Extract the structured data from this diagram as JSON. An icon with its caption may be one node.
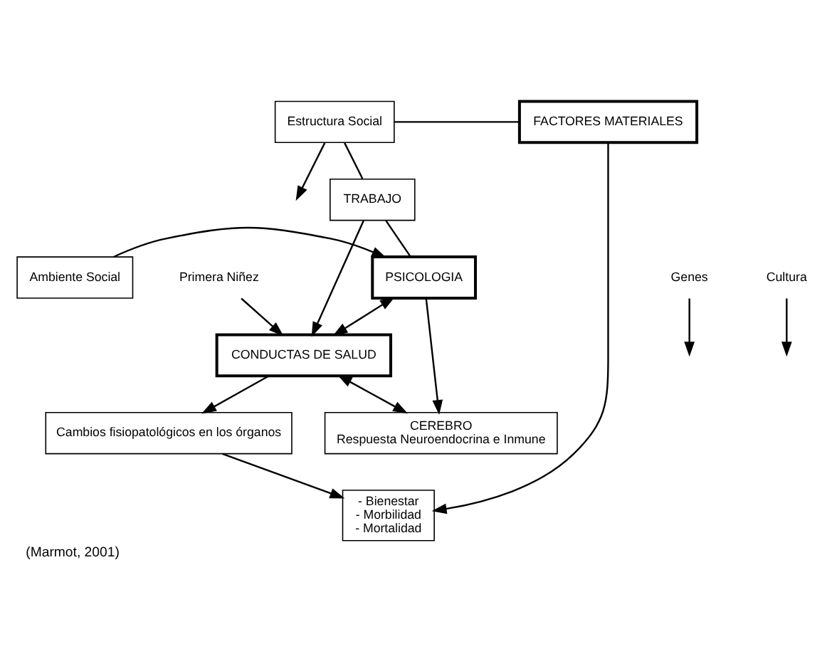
{
  "diagram": {
    "caption": "(Marmot, 2001)",
    "nodes": [
      {
        "text": [
          "Estructura Social"
        ]
      },
      {
        "text": [
          "FACTORES MATERIALES"
        ]
      },
      {
        "text": [
          "TRABAJO"
        ]
      },
      {
        "text": [
          "Ambiente Social"
        ]
      },
      {
        "text": [
          "PSICOLOGIA"
        ]
      },
      {
        "text": [
          "CEREBRO",
          "Respuesta Neuroendocrina e Inmune"
        ]
      },
      {
        "text": [
          "CONDUCTAS DE SALUD"
        ]
      },
      {
        "text": [
          "Cambios fisiopatológicos en los órganos"
        ]
      },
      {
        "text": [
          "Primera Niñez"
        ]
      },
      {
        "text": [
          "Genes"
        ]
      },
      {
        "text": [
          "Cultura"
        ]
      },
      {
        "text": [
          "- Bienestar",
          "- Morbilidad",
          "- Mortalidad"
        ]
      }
    ],
    "edges": [
      {
        "from": 0,
        "to": 1,
        "arrow": "none"
      },
      {
        "from": 0,
        "to": 2,
        "arrow": "none"
      },
      {
        "from": 0,
        "to": null,
        "arrow": "to"
      },
      {
        "from": 1,
        "to": 11,
        "arrow": "to"
      },
      {
        "from": 2,
        "to": 4,
        "arrow": "none"
      },
      {
        "from": 2,
        "to": 6,
        "arrow": "to"
      },
      {
        "from": 3,
        "to": 4,
        "arrow": "to"
      },
      {
        "from": 4,
        "to": 5,
        "arrow": "to"
      },
      {
        "from": 4,
        "to": 6,
        "arrow": "both"
      },
      {
        "from": 6,
        "to": 5,
        "arrow": "both"
      },
      {
        "from": 6,
        "to": 7,
        "arrow": "to"
      },
      {
        "from": 8,
        "to": 6,
        "arrow": "to"
      },
      {
        "from": 9,
        "to": null,
        "arrow": "to"
      },
      {
        "from": 10,
        "to": null,
        "arrow": "to"
      },
      {
        "from": 7,
        "to": 11,
        "arrow": "to"
      }
    ]
  }
}
